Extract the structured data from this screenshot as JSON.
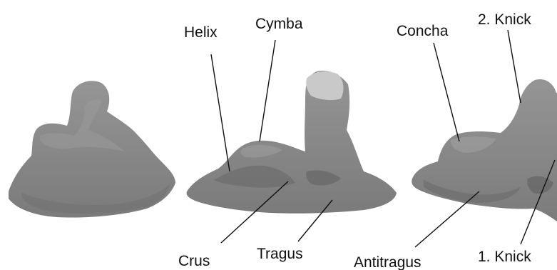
{
  "figure": {
    "labels": {
      "helix": "Helix",
      "cymba": "Cymba",
      "concha": "Concha",
      "knick2": "2. Knick",
      "crus": "Crus",
      "tragus": "Tragus",
      "antitragus": "Antitragus",
      "knick1": "1. Knick"
    },
    "colors": {
      "background": "#ffffff",
      "model_fill": "#8a8a8a",
      "model_shadow": "#6b6b6b",
      "model_highlight": "#cfcfcf",
      "line": "#111111"
    }
  }
}
